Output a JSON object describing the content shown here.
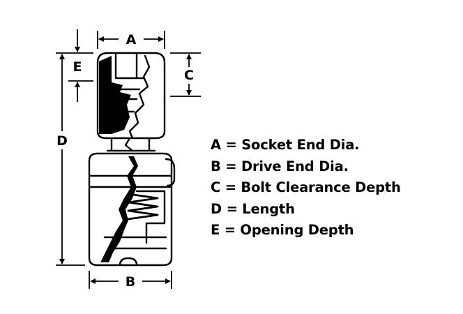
{
  "diagram": {
    "dimension_labels": {
      "a": "A",
      "b": "B",
      "c": "C",
      "d": "D",
      "e": "E"
    },
    "legend": [
      "A = Socket End Dia.",
      "B = Drive End Dia.",
      "C = Bolt Clearance Depth",
      "D = Length",
      "E = Opening Depth"
    ]
  }
}
